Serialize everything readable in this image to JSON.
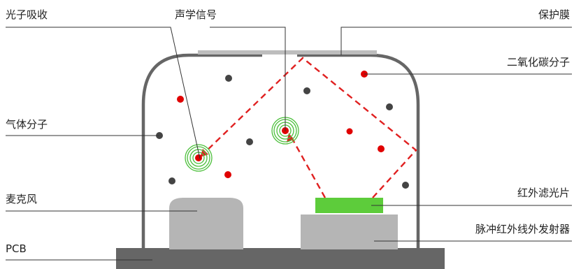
{
  "labels": {
    "photon_absorption": "光子吸收",
    "acoustic_signal": "声学信号",
    "protective_film": "保护膜",
    "co2_molecule": "二氧化碳分子",
    "gas_molecule": "气体分子",
    "microphone": "麦克风",
    "ir_filter": "红外滤光片",
    "pcb": "PCB",
    "pulsed_ir_emitter": "脉冲红外线外发射器"
  },
  "colors": {
    "housing": "#666666",
    "pcb": "#666666",
    "component": "#b5b5b5",
    "filter": "#5dcc3b",
    "beam": "#e02020",
    "co2_dot": "#e00000",
    "gas_dot": "#444444",
    "wave": "#4bbf3a",
    "leader": "#333333",
    "film": "#bdbdbd"
  }
}
